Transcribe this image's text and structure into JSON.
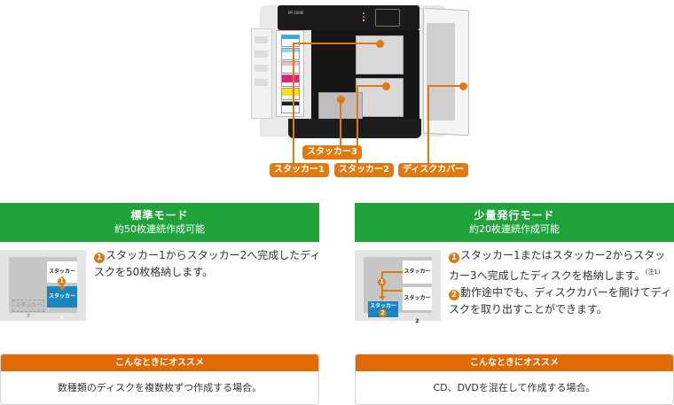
{
  "printer": {
    "model_label": "PP-100III",
    "callouts": {
      "stacker3": "スタッカー3",
      "stacker1": "スタッカー1",
      "stacker2": "スタッカー2",
      "disc_cover": "ディスクカバー"
    }
  },
  "colors": {
    "mode_header_green": "#1fa33a",
    "accent_orange": "#e07a10",
    "recommend_orange": "#e06a05",
    "diagram_blue": "#1a86c0"
  },
  "modes": [
    {
      "title": "標準モード",
      "subtitle": "約50枚連続作成可能",
      "diagram": {
        "stacker1": "スタッカー1",
        "stacker2": "スタッカー2",
        "stacker3": "スタッカー3",
        "step1": "1"
      },
      "steps": [
        {
          "num": "1",
          "text": "スタッカー1からスタッカー2へ完成したディスクを50枚格納します。"
        }
      ],
      "recommend_header": "こんなときにオススメ",
      "recommend_text": "数種類のディスクを複数枚ずつ作成する場合。"
    },
    {
      "title": "少量発行モード",
      "subtitle": "約20枚連続作成可能",
      "diagram": {
        "stacker1": "スタッカー1",
        "stacker2": "スタッカー2",
        "stacker3": "スタッカー3",
        "step1": "1",
        "step2": "2"
      },
      "steps": [
        {
          "num": "1",
          "text": "スタッカー1またはスタッカー2からスタッカー3へ完成したディスクを格納します。",
          "note": "(注1)"
        },
        {
          "num": "2",
          "text": "動作途中でも、ディスクカバーを開けてディスクを取り出すことができます。"
        }
      ],
      "recommend_header": "こんなときにオススメ",
      "recommend_text": "CD、DVDを混在して作成する場合。"
    }
  ]
}
